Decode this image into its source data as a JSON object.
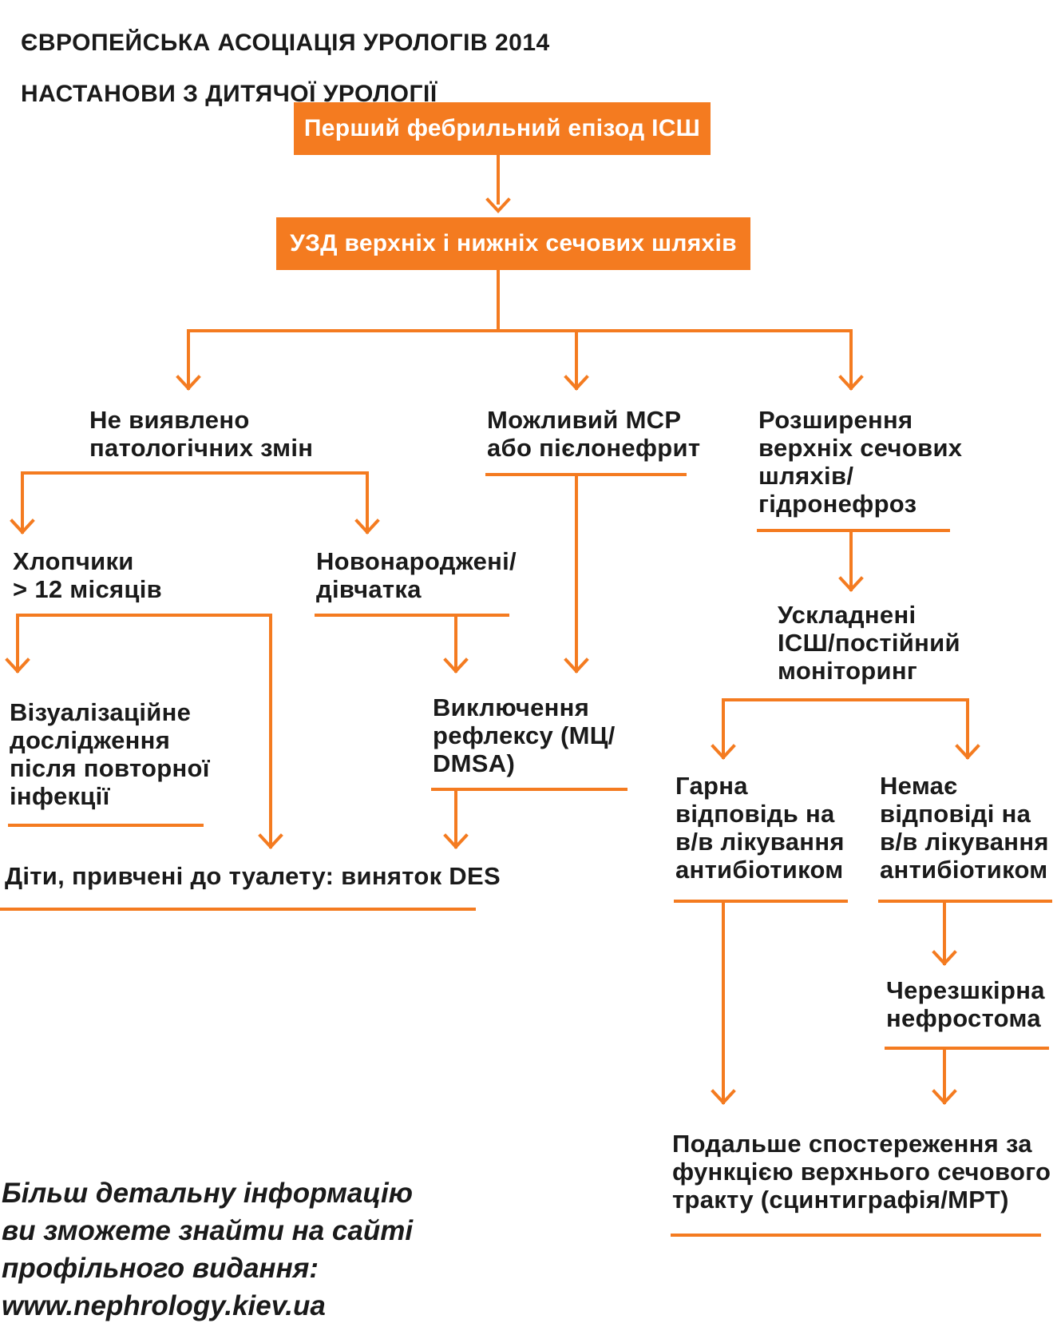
{
  "header": {
    "title_line1": "ЄВРОПЕЙСЬКА АСОЦІАЦІЯ УРОЛОГІВ 2014",
    "title_line2": "НАСТАНОВИ З ДИТЯЧОЇ УРОЛОГІЇ"
  },
  "colors": {
    "accent": "#f47b20",
    "text": "#1a1a1a",
    "box_text": "#ffffff"
  },
  "flow": {
    "first_episode": "Перший фебрильний епізод ІСШ",
    "ultrasound": "УЗД верхніх і нижніх сечових шляхів",
    "no_changes": "Не виявлено\nпатологічних змін",
    "possible_vur": "Можливий МСР\nабо пієлонефрит",
    "dilation": "Розширення\nверхніх сечових\nшляхів/\nгідронефроз",
    "boys": "Хлопчики\n> 12 місяців",
    "newborn_girls": "Новонароджені/\nдівчатка",
    "complicated": "Ускладнені\nІСШ/постійний\nмоніторинг",
    "imaging_after": "Візуалізаційне\nдослідження\nпісля повторної\nінфекції",
    "reflux_exclusion": "Виключення\nрефлексу (МЦ/\nDMSA)",
    "good_response": "Гарна\nвідповідь на\nв/в лікування\nантибіотиком",
    "no_response": "Немає\nвідповіді на\nв/в лікування\nантибіотиком",
    "toilet_trained": "Діти, привчені до туалету: виняток DES",
    "nephrostomy": "Черезшкірна\nнефростома",
    "follow_up": "Подальше спостереження за\nфункцією верхнього сечового\nтракту (сцинтиграфія/МРТ)"
  },
  "footer": {
    "text": "Більш детальну інформацію\nви зможете знайти на сайті\nпрофільного видання:\nwww.nephrology.kiev.ua"
  }
}
